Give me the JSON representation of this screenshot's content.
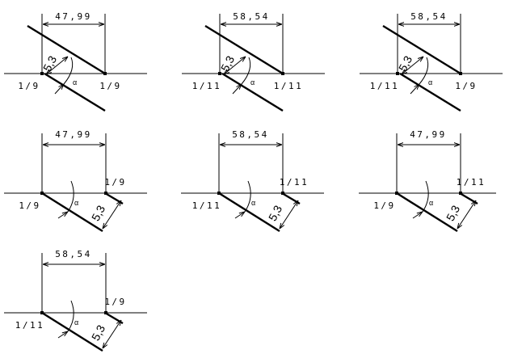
{
  "diagrams": [
    {
      "dimension": "47,99",
      "thickness": "5,3",
      "angle": "α",
      "left_label": "1/9",
      "right_label": "1/9",
      "variant": "above"
    },
    {
      "dimension": "58,54",
      "thickness": "5,3",
      "angle": "α",
      "left_label": "1/11",
      "right_label": "1/11",
      "variant": "above"
    },
    {
      "dimension": "58,54",
      "thickness": "5,3",
      "angle": "α",
      "left_label": "1/11",
      "right_label": "1/9",
      "variant": "above"
    },
    {
      "dimension": "47,99",
      "thickness": "5,3",
      "angle": "α",
      "left_label": "1/9",
      "right_label": "1/9",
      "variant": "below"
    },
    {
      "dimension": "58,54",
      "thickness": "5,3",
      "angle": "α",
      "left_label": "1/11",
      "right_label": "1/11",
      "variant": "below"
    },
    {
      "dimension": "47,99",
      "thickness": "5,3",
      "angle": "α",
      "left_label": "1/9",
      "right_label": "1/11",
      "variant": "below"
    },
    {
      "dimension": "58,54",
      "thickness": "5,3",
      "angle": "α",
      "left_label": "1/11",
      "right_label": "1/9",
      "variant": "below"
    }
  ]
}
